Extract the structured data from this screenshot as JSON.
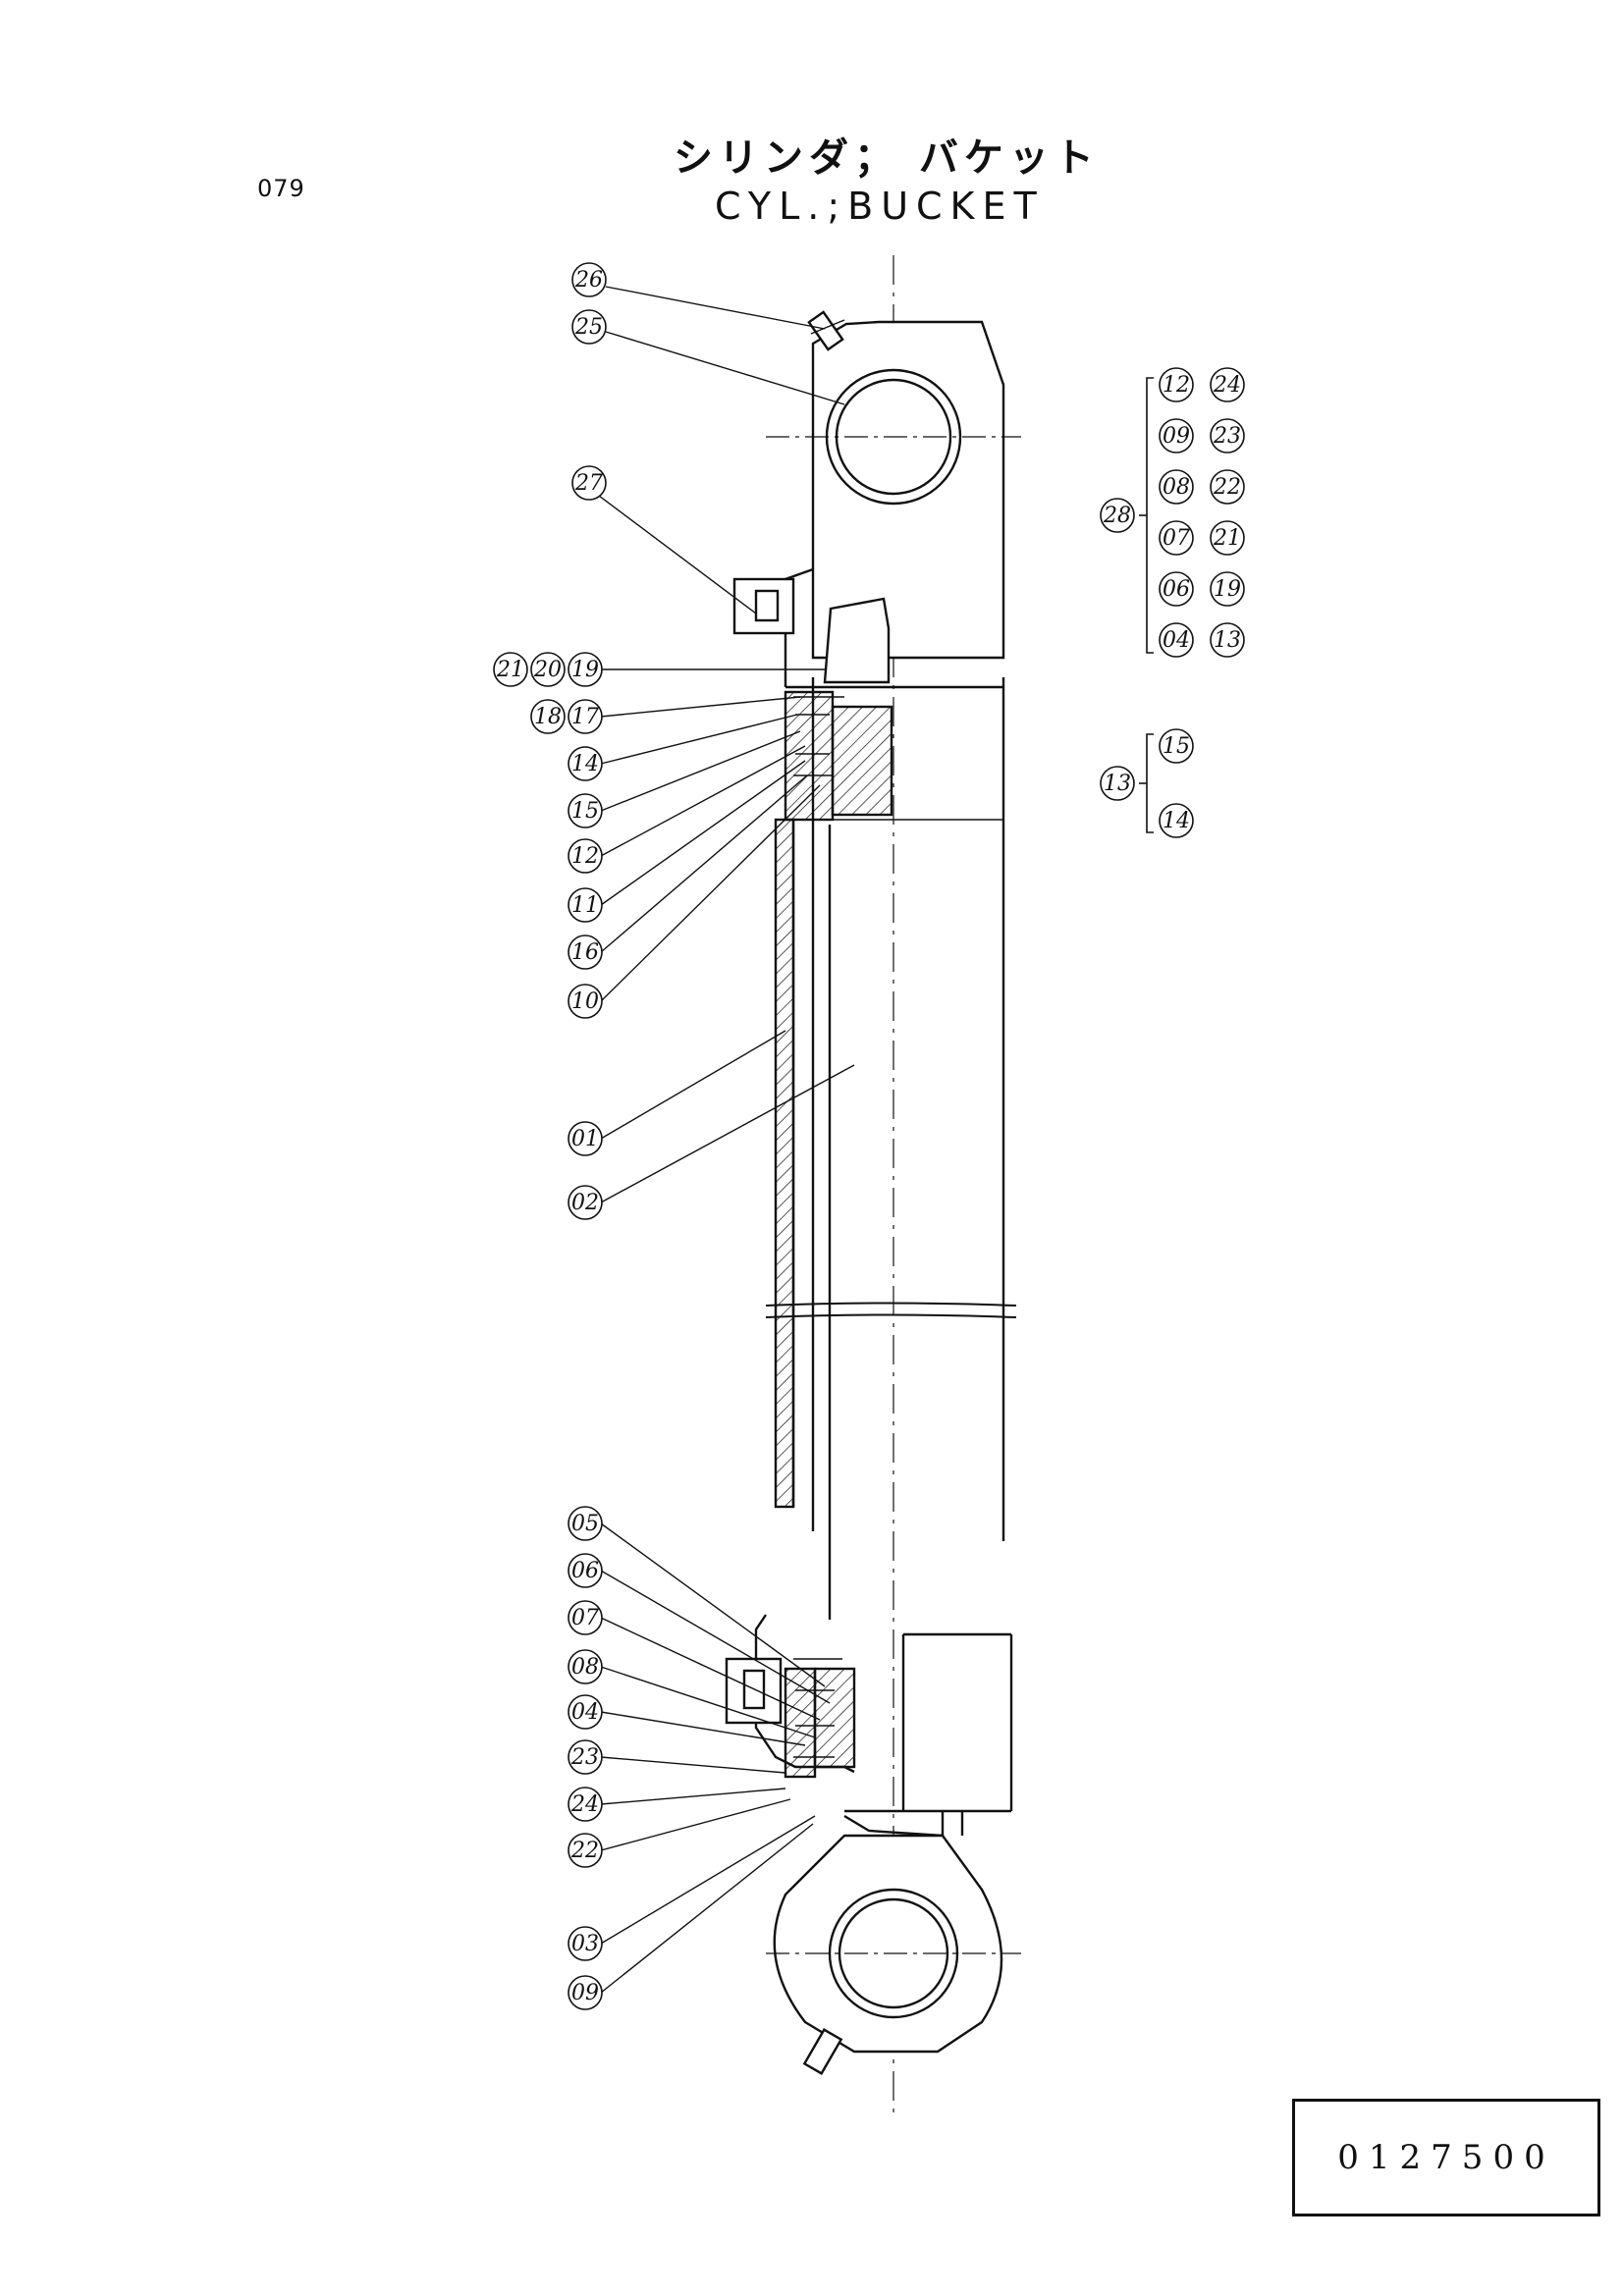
{
  "header": {
    "page_number": "079",
    "title_ja": "シリンダ； バケット",
    "title_en": "CYL.;BUCKET"
  },
  "drawing_number": "0127500",
  "callouts": {
    "c26": "26",
    "c25": "25",
    "c27": "27",
    "c21": "21",
    "c20": "20",
    "c19": "19",
    "c18": "18",
    "c17": "17",
    "c14": "14",
    "c15": "15",
    "c12": "12",
    "c11": "11",
    "c16": "16",
    "c10": "10",
    "c01": "01",
    "c02": "02",
    "c05": "05",
    "c06": "06",
    "c07": "07",
    "c08": "08",
    "c04": "04",
    "c23": "23",
    "c24": "24",
    "c22": "22",
    "c03": "03",
    "c09": "09"
  },
  "kit_28": {
    "kit": "28",
    "row1": [
      "04",
      "06",
      "07",
      "08",
      "09",
      "12"
    ],
    "row2": [
      "13",
      "19",
      "21",
      "22",
      "23",
      "24"
    ]
  },
  "kit_13": {
    "kit": "13",
    "top": "15",
    "bottom": "14"
  }
}
